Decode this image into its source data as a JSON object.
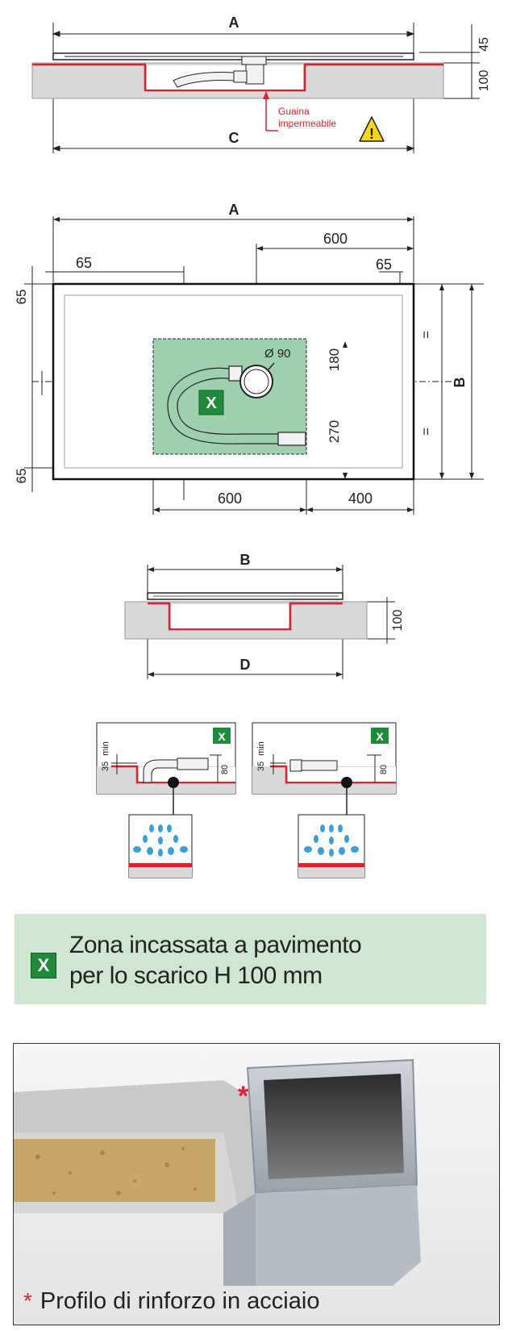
{
  "section_view_top": {
    "label_A": "A",
    "label_C": "C",
    "dim_45": "45",
    "dim_100": "100",
    "callout_line1": "Guaina",
    "callout_line2": "impermeabile",
    "warning_icon": "warning-triangle"
  },
  "plan_view": {
    "label_A": "A",
    "label_B": "B",
    "dim_top_600": "600",
    "dim_left_65": "65",
    "dim_right_65": "65",
    "dim_side_top_65": "65",
    "dim_side_bottom_65": "65",
    "dim_diameter": "Ø 90",
    "dim_180": "180",
    "dim_270": "270",
    "equal_mark_top": "=",
    "equal_mark_bottom": "=",
    "zone_badge": "X",
    "dim_bottom_600": "600",
    "dim_bottom_400": "400"
  },
  "section_view_side": {
    "label_B": "B",
    "label_D": "D",
    "dim_100": "100"
  },
  "detail_left": {
    "badge": "X",
    "dim_35": "35",
    "dim_min": "min",
    "dim_80": "80"
  },
  "detail_right": {
    "badge": "X",
    "dim_35": "35",
    "dim_min": "min",
    "dim_80": "80"
  },
  "legend": {
    "badge": "X",
    "line1": "Zona incassata a pavimento",
    "line2": "per lo scarico H 100 mm"
  },
  "photo": {
    "star": "*",
    "caption": "Profilo di rinforzo in acciaio"
  },
  "colors": {
    "red": "#e0202a",
    "green_zone": "#9fd0ad",
    "green_badge": "#1f8a3a",
    "legend_bg": "#cfe6d3",
    "floor_grey": "#d9d9d9"
  }
}
